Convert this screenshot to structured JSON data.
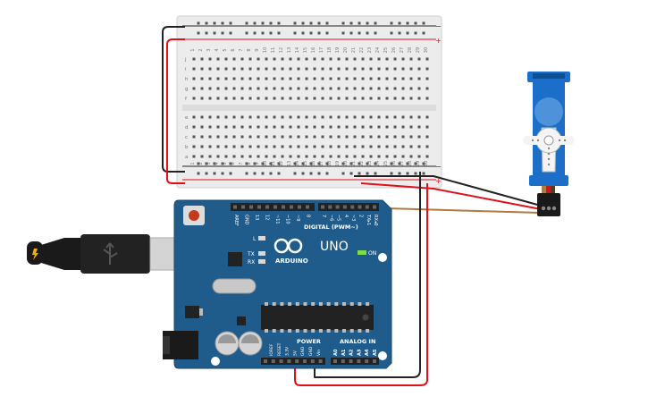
{
  "breadboard": {
    "column_numbers": [
      "1",
      "2",
      "3",
      "4",
      "5",
      "6",
      "7",
      "8",
      "9",
      "10",
      "11",
      "12",
      "13",
      "14",
      "15",
      "16",
      "17",
      "18",
      "19",
      "20",
      "21",
      "22",
      "23",
      "24",
      "25",
      "26",
      "27",
      "28",
      "29",
      "30"
    ],
    "rows_top": [
      "j",
      "i",
      "h",
      "g",
      "f"
    ],
    "rows_bottom": [
      "e",
      "d",
      "c",
      "b",
      "a"
    ],
    "rail_minus": "−",
    "rail_plus": "+"
  },
  "arduino": {
    "logo_text": "ARDUINO",
    "model": "UNO",
    "on_label": "ON",
    "led_l": "L",
    "led_tx": "TX",
    "led_rx": "RX",
    "digital_label": "DIGITAL (PWM~)",
    "digital_pins": [
      "AREF",
      "GND",
      "13",
      "12",
      "~11",
      "~10",
      "~9",
      "8",
      "7",
      "~6",
      "~5",
      "4",
      "~3",
      "2",
      "TX▸1",
      "RX◂0"
    ],
    "power_label": "POWER",
    "power_pins": [
      "IOREF",
      "RESET",
      "3.3V",
      "5V",
      "GND",
      "GND",
      "Vin"
    ],
    "analog_label": "ANALOG IN",
    "analog_pins": [
      "A0",
      "A1",
      "A2",
      "A3",
      "A4",
      "A5"
    ]
  },
  "colors": {
    "board_blue": "#1f5c8c",
    "wire_red": "#e0101a",
    "wire_black": "#222222",
    "wire_brown": "#b07a40",
    "servo_blue": "#1b6fc8"
  }
}
